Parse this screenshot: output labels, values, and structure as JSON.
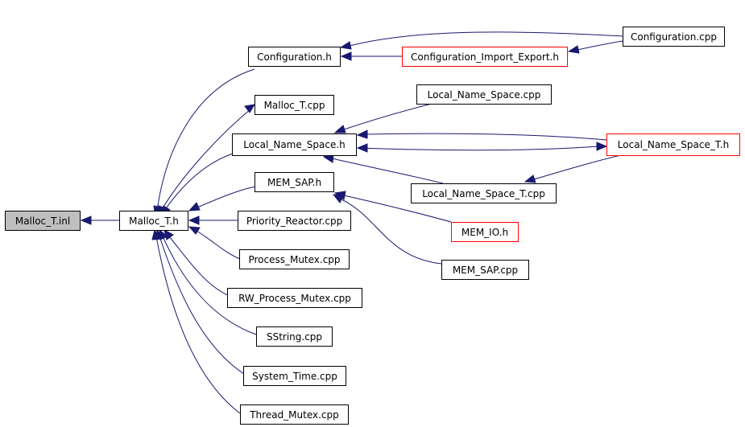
{
  "colors": {
    "edge": "#191970",
    "root_fill": "#bfbfbf",
    "node_border": "#000000",
    "incomplete_border": "#ff0000"
  },
  "nodes": {
    "malloc_t_inl": "Malloc_T.inl",
    "malloc_t_h": "Malloc_T.h",
    "configuration_h": "Configuration.h",
    "malloc_t_cpp": "Malloc_T.cpp",
    "local_name_space_h": "Local_Name_Space.h",
    "mem_sap_h": "MEM_SAP.h",
    "priority_reactor_cpp": "Priority_Reactor.cpp",
    "process_mutex_cpp": "Process_Mutex.cpp",
    "rw_process_mutex_cpp": "RW_Process_Mutex.cpp",
    "sstring_cpp": "SString.cpp",
    "system_time_cpp": "System_Time.cpp",
    "thread_mutex_cpp": "Thread_Mutex.cpp",
    "configuration_import_export_h": "Configuration_Import_Export.h",
    "configuration_cpp": "Configuration.cpp",
    "local_name_space_cpp": "Local_Name_Space.cpp",
    "local_name_space_t_h": "Local_Name_Space_T.h",
    "local_name_space_t_cpp": "Local_Name_Space_T.cpp",
    "mem_io_h": "MEM_IO.h",
    "mem_sap_cpp": "MEM_SAP.cpp"
  }
}
